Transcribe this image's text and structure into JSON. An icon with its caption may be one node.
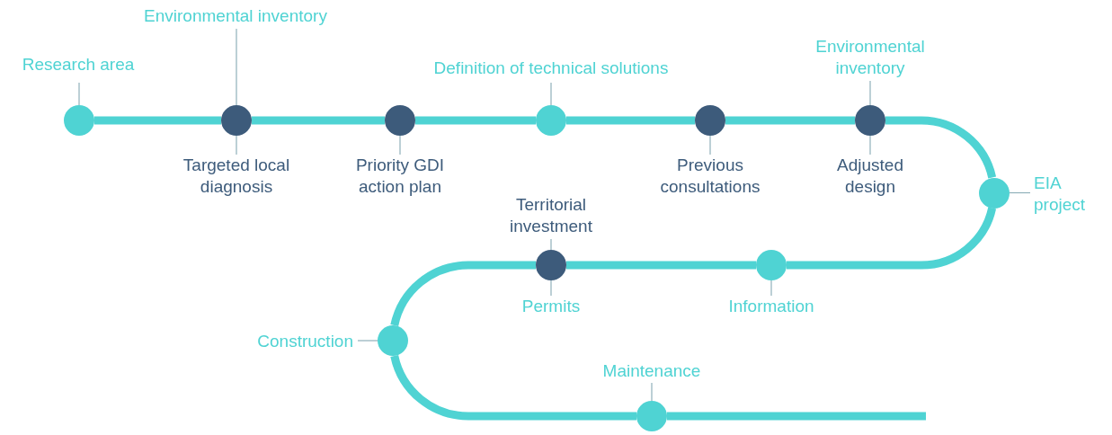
{
  "diagram": {
    "nodes": [
      {
        "text": [
          "Research area"
        ]
      },
      {
        "text": [],
        "shape": "circle"
      },
      {
        "text": [
          "Environmental inventory"
        ]
      },
      {
        "text": [],
        "shape": "circle"
      },
      {
        "text": [
          "Targeted local diagnosis"
        ]
      },
      {
        "text": [],
        "shape": "circle"
      },
      {
        "text": [
          "Priority GDI action plan"
        ]
      },
      {
        "text": [
          "Definition of technical solutions"
        ]
      },
      {
        "text": [],
        "shape": "circle"
      },
      {
        "text": [],
        "shape": "circle"
      },
      {
        "text": [
          "Previous consultations"
        ]
      },
      {
        "text": [
          "Environmental inventory"
        ]
      },
      {
        "text": [],
        "shape": "circle"
      },
      {
        "text": [
          "Adjusted design"
        ]
      },
      {
        "text": [],
        "shape": "circle"
      },
      {
        "text": [
          "EIA project"
        ]
      },
      {
        "text": [],
        "shape": "circle"
      },
      {
        "text": [
          "Information"
        ]
      },
      {
        "text": [
          "Territorial investment"
        ]
      },
      {
        "text": [],
        "shape": "circle"
      },
      {
        "text": [
          "Permits"
        ]
      },
      {
        "text": [
          "Construction"
        ]
      },
      {
        "text": [],
        "shape": "circle"
      },
      {
        "text": [
          "Maintenance"
        ]
      },
      {
        "text": [],
        "shape": "circle"
      }
    ],
    "edges": [
      {
        "from": 0,
        "to": 1,
        "arrow": "none"
      },
      {
        "from": 2,
        "to": 3,
        "arrow": "none"
      },
      {
        "from": 4,
        "to": 3,
        "arrow": "none"
      },
      {
        "from": 6,
        "to": 5,
        "arrow": "none"
      },
      {
        "from": 7,
        "to": 8,
        "arrow": "none"
      },
      {
        "from": 10,
        "to": 9,
        "arrow": "none"
      },
      {
        "from": 11,
        "to": 12,
        "arrow": "none"
      },
      {
        "from": 13,
        "to": 12,
        "arrow": "none"
      },
      {
        "from": 15,
        "to": 14,
        "arrow": "none"
      },
      {
        "from": 17,
        "to": 16,
        "arrow": "none"
      },
      {
        "from": 18,
        "to": 19,
        "arrow": "none"
      },
      {
        "from": 20,
        "to": 19,
        "arrow": "none"
      },
      {
        "from": 21,
        "to": 22,
        "arrow": "none"
      },
      {
        "from": 23,
        "to": 24,
        "arrow": "none"
      },
      {
        "from": 1,
        "to": 3,
        "arrow": "none",
        "style": "thick",
        "color": "#4fd3d3"
      },
      {
        "from": 3,
        "to": 5,
        "arrow": "none",
        "style": "thick",
        "color": "#4fd3d3"
      },
      {
        "from": 5,
        "to": 8,
        "arrow": "none",
        "style": "thick",
        "color": "#4fd3d3"
      },
      {
        "from": 8,
        "to": 9,
        "arrow": "none",
        "style": "thick",
        "color": "#4fd3d3"
      },
      {
        "from": 9,
        "to": 12,
        "arrow": "none",
        "style": "thick",
        "color": "#4fd3d3"
      },
      {
        "from": 12,
        "to": 14,
        "arrow": "none",
        "style": "thick",
        "color": "#4fd3d3"
      },
      {
        "from": 14,
        "to": 16,
        "arrow": "none",
        "style": "thick",
        "color": "#4fd3d3"
      },
      {
        "from": 16,
        "to": 19,
        "arrow": "none",
        "style": "thick",
        "color": "#4fd3d3"
      },
      {
        "from": 19,
        "to": 22,
        "arrow": "none",
        "style": "thick",
        "color": "#4fd3d3"
      },
      {
        "from": 22,
        "to": 24,
        "arrow": "none",
        "style": "thick",
        "color": "#4fd3d3"
      },
      {
        "from": 24,
        "to": null,
        "arrow": "none",
        "style": "thick",
        "color": "#4fd3d3"
      }
    ]
  }
}
